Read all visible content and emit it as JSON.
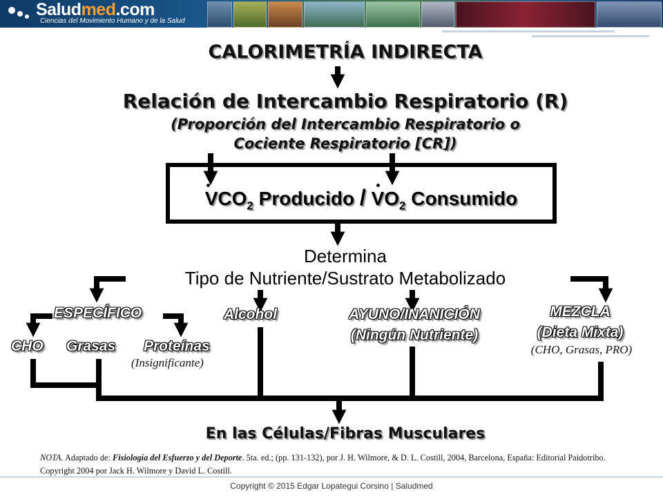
{
  "banner": {
    "brand_main": "Salud",
    "brand_accent": "med",
    "brand_suffix": ".com",
    "tagline": "Ciencias del Movimiento Humano y de la Salud"
  },
  "diagram": {
    "title": "CALORIMETRÍA INDIRECTA",
    "heading": "Relación de Intercambio Respiratorio (R)",
    "subheading_line1": "(Proporción del Intercambio Respiratorio o",
    "subheading_line2": "Cociente Respiratorio [CR])",
    "formula": {
      "numerator_symbol": "VCO",
      "numerator_subscript": "2",
      "numerator_label": "Producido",
      "divider": "/",
      "denominator_symbol": "VO",
      "denominator_subscript": "2",
      "denominator_label": "Consumido"
    },
    "determina": "Determina",
    "tipo": "Tipo de Nutriente/Sustrato Metabolizado",
    "especifico": "ESPECÍFICO",
    "cho": "CHO",
    "grasas": "Grasas",
    "proteinas": "Proteínas",
    "insignificante": "(Insignificante)",
    "alcohol": "Alcohol",
    "ayuno": "AYUNO/INANICIÓN",
    "ningun": "(Ningún Nutriente)",
    "mezcla": "MEZCLA",
    "dieta_mixta": "(Dieta Mixta)",
    "mezcla_detail": "(CHO, Grasas, PRO)",
    "celulas": "En las Células/Fibras Musculares"
  },
  "note": {
    "label": "NOTA.",
    "part1": " Adaptado de: ",
    "book": "Fisiología del Esfuerzo y del Deporte",
    "part2": ". 5ta. ed.; (pp. 131-132), por J. H. Wilmore, & D. L. Costill, 2004, Barcelona, España: Editorial Paidotribo. Copyright 2004 por Jack H. Wilmore y David L. Costill."
  },
  "footer": "Copyright © 2015 Edgar Lopategui Corsino | Saludmed",
  "colors": {
    "banner": "#1c5a8f",
    "brand_accent": "#ff9f2e",
    "lines": "#000000"
  }
}
